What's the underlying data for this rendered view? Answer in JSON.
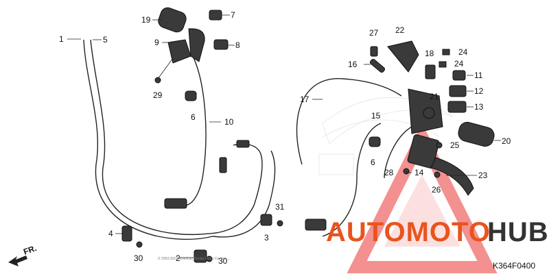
{
  "callouts": [
    "1",
    "5",
    "19",
    "7",
    "9",
    "8",
    "29",
    "6",
    "10",
    "27",
    "22",
    "18",
    "24",
    "24",
    "16",
    "11",
    "17",
    "21",
    "12",
    "13",
    "15",
    "20",
    "25",
    "6",
    "28",
    "14",
    "23",
    "26",
    "31",
    "4",
    "3",
    "30",
    "2",
    "30"
  ],
  "watermark": {
    "part1": "AUTOMOTO",
    "part2": "HUB",
    "color_accent": "#e8541e",
    "color_dark": "#333333",
    "triangle_color": "#f06b6b"
  },
  "front_arrow": "FR.",
  "diagram_code": "K364F0400",
  "copyright_text": "© 2003-2019 American Honda Motor Co. Inc. ..."
}
